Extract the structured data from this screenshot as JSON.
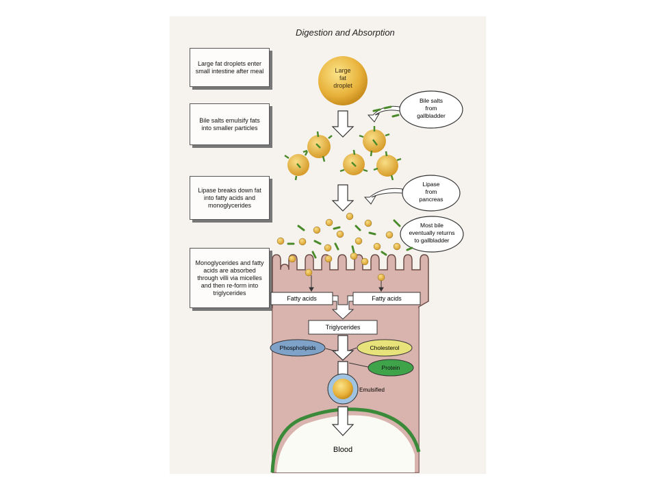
{
  "title": "Digestion and Absorption",
  "steps": [
    "Large fat droplets enter small intestine after meal",
    "Bile salts emulsify fats into smaller particles",
    "Lipase breaks down fat into fatty acids and monoglycerides",
    "Monoglycerides and fatty acids are absorbed through villi via micelles and then re-form into triglycerides"
  ],
  "labels": {
    "large_fat_droplet": [
      "Large",
      "fat",
      "droplet"
    ],
    "bile_salts": [
      "Bile salts",
      "from",
      "gallbladder"
    ],
    "lipase": [
      "Lipase",
      "from",
      "pancreas"
    ],
    "bile_returns": [
      "Most bile",
      "eventually returns",
      "to gallbladder"
    ],
    "fatty_acids_left": "Fatty acids",
    "fatty_acids_right": "Fatty acids",
    "triglycerides": "Triglycerides",
    "phospholipids": "Phospholipids",
    "cholesterol": "Cholesterol",
    "protein": "Protein",
    "emulsified": "Emulsified",
    "blood": "Blood"
  },
  "colors": {
    "fat": "#e8b23a",
    "bile": "#4a8a2a",
    "cell": "#d9b3ad",
    "phospholipids": "#7fa2c8",
    "cholesterol": "#e8e27a",
    "protein": "#3fa34a",
    "blood_line": "#3a8a3a"
  }
}
